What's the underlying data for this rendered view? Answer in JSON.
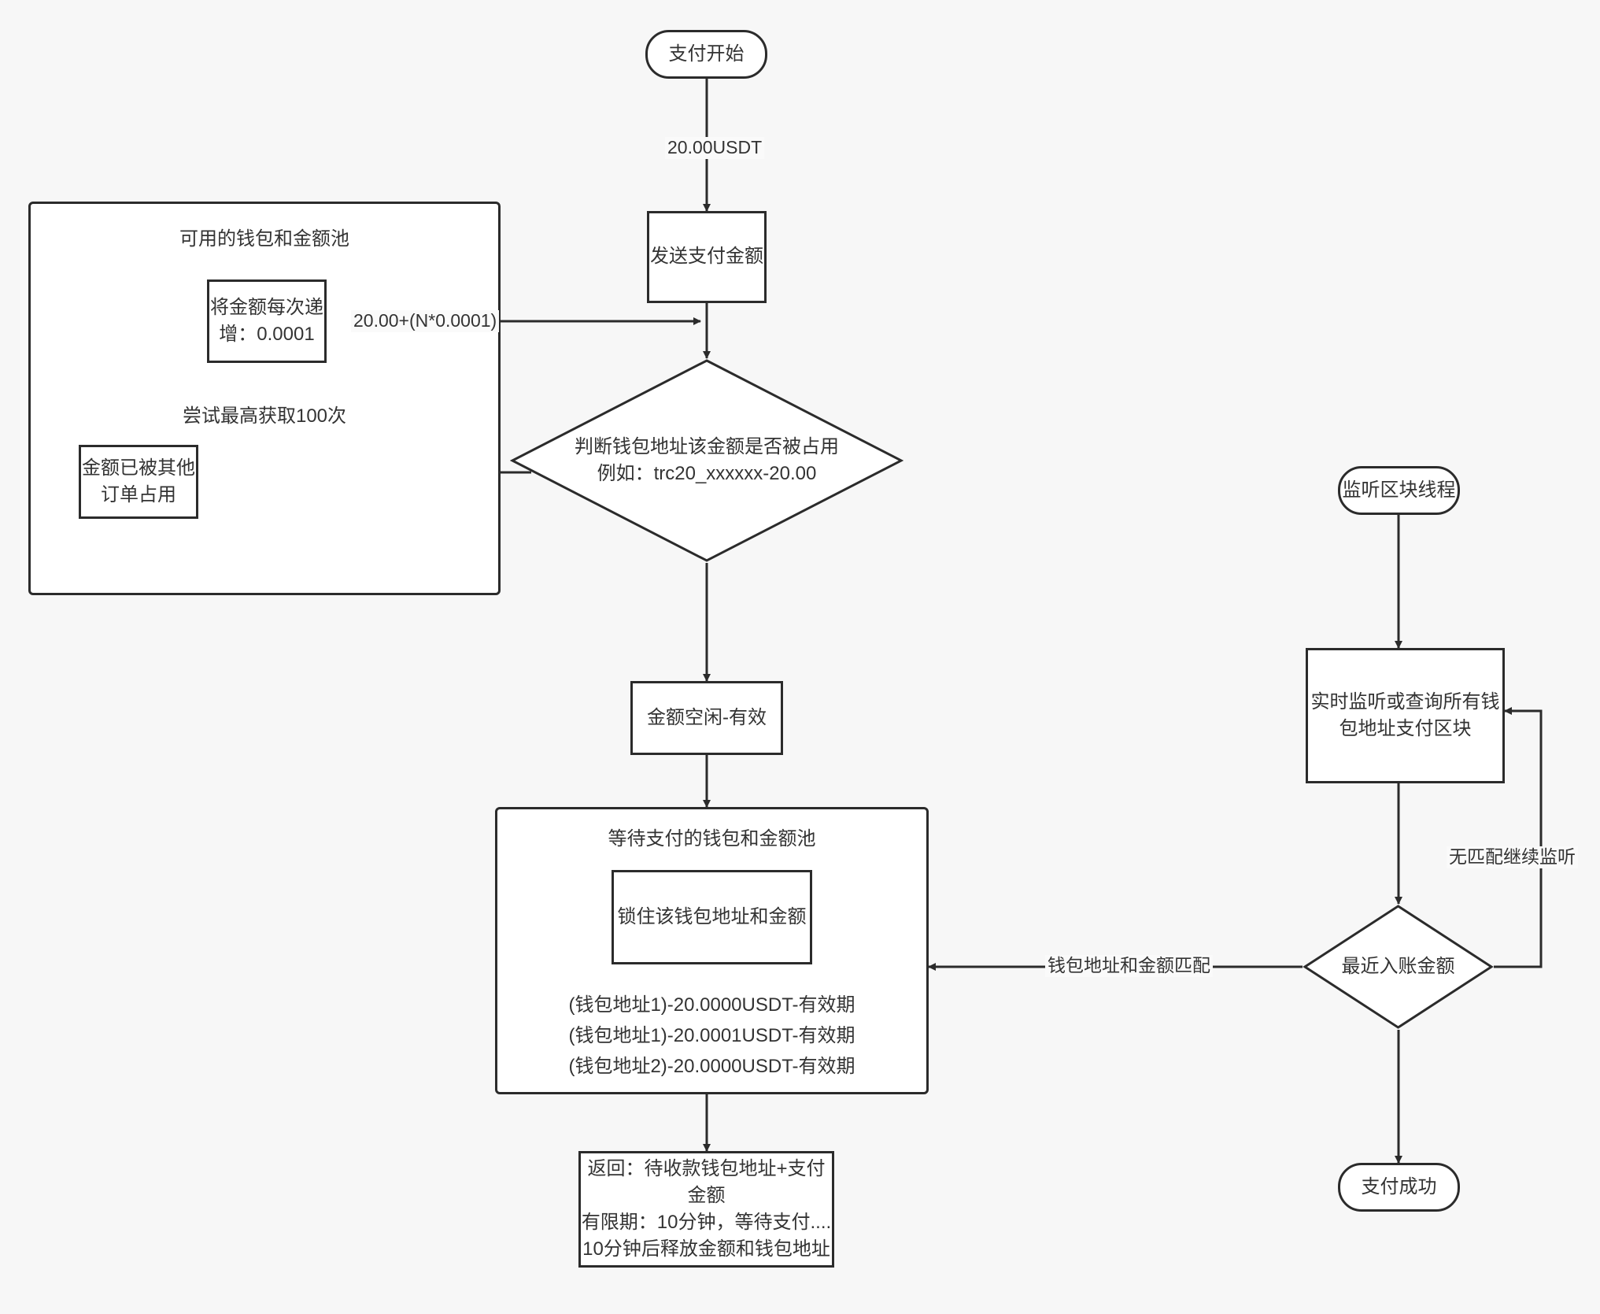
{
  "diagram": {
    "title": "USDT payment amount allocation flowchart",
    "background_color": "#f7f7f7",
    "stroke_color": "#2b2b2b",
    "node_fill": "#ffffff",
    "text_color": "#333333"
  },
  "nodes": {
    "start": "支付开始",
    "send_amount": "发送支付金额",
    "available_pool_title": "可用的钱包和金额池",
    "increment_box": "将金额每次递\n增：0.0001",
    "retry_note": "尝试最高获取100次",
    "occupied_box": "金额已被其他\n订单占用",
    "decision_occupied": "判断钱包地址该金额是否被占用\n例如：trc20_xxxxxx-20.00",
    "amount_free": "金额空闲-有效",
    "waiting_pool_title": "等待支付的钱包和金额池",
    "lock_box": "锁住该钱包地址和金额",
    "return_box": "返回：待收款钱包地址+支付金额\n有限期：10分钟，等待支付....\n10分钟后释放金额和钱包地址",
    "listen_thread": "监听区块线程",
    "monitor_box": "实时监听或查询所有钱\n包地址支付区块",
    "decision_recent": "最近入账金额",
    "payment_success": "支付成功"
  },
  "pool_entries": [
    "(钱包地址1)-20.0000USDT-有效期",
    "(钱包地址1)-20.0001USDT-有效期",
    "(钱包地址2)-20.0000USDT-有效期"
  ],
  "edge_labels": {
    "start_to_send": "20.00USDT",
    "increment_to_decision": "20.00+(N*0.0001)",
    "recent_to_pool": "钱包地址和金额匹配",
    "no_match_loop": "无匹配继续监听"
  }
}
